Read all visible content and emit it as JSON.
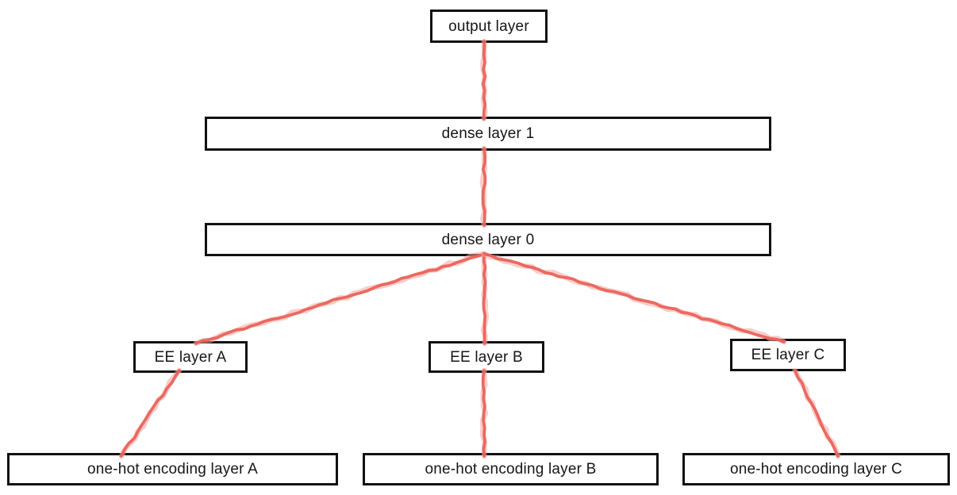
{
  "diagram": {
    "background_color": "#ffffff",
    "box_fill_color": "#ffffff",
    "box_border_color": "#111111",
    "text_color": "#161616",
    "edge_color": "#ea635b",
    "edge_highlight_color": "#f5a69f",
    "nodes": [
      {
        "id": "output",
        "label": "output layer"
      },
      {
        "id": "dense1",
        "label": "dense layer 1"
      },
      {
        "id": "dense0",
        "label": "dense layer 0"
      },
      {
        "id": "eeA",
        "label": "EE layer A"
      },
      {
        "id": "eeB",
        "label": "EE layer B"
      },
      {
        "id": "eeC",
        "label": "EE layer C"
      },
      {
        "id": "ohA",
        "label": "one-hot encoding layer A"
      },
      {
        "id": "ohB",
        "label": "one-hot encoding layer B"
      },
      {
        "id": "ohC",
        "label": "one-hot encoding layer C"
      }
    ],
    "edges": [
      {
        "from": "dense1",
        "to": "output"
      },
      {
        "from": "dense0",
        "to": "dense1"
      },
      {
        "from": "eeA",
        "to": "dense0"
      },
      {
        "from": "eeB",
        "to": "dense0"
      },
      {
        "from": "eeC",
        "to": "dense0"
      },
      {
        "from": "ohA",
        "to": "eeA"
      },
      {
        "from": "ohB",
        "to": "eeB"
      },
      {
        "from": "ohC",
        "to": "eeC"
      }
    ]
  }
}
